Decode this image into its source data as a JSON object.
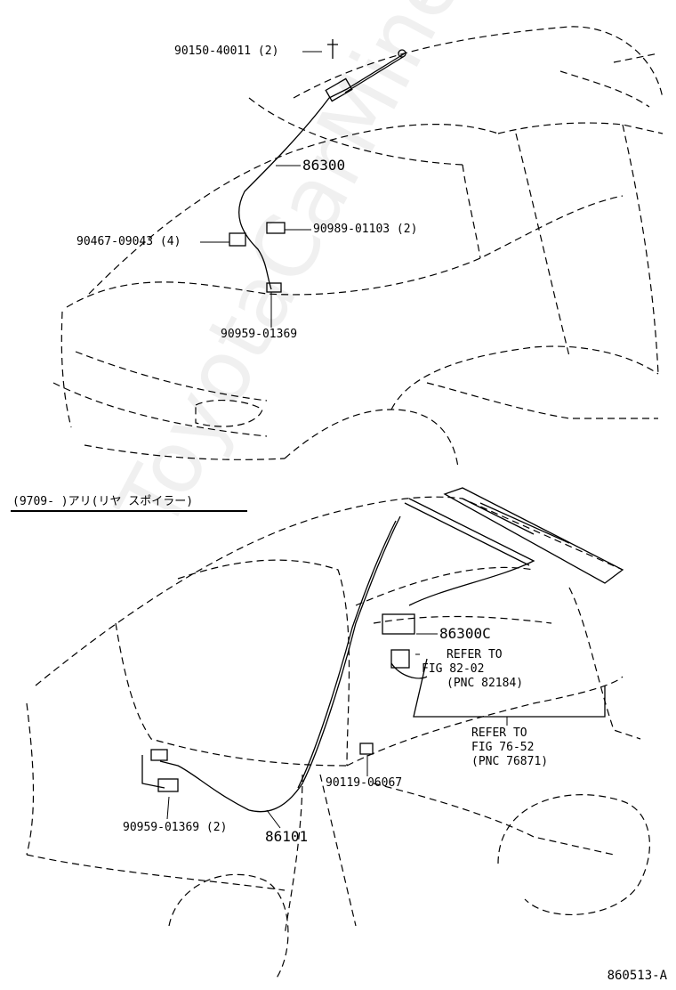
{
  "watermark": "ToyotaCarMine.ru",
  "section_header": "(9709-      )アリ(リヤ スポイラー)",
  "parts_top": [
    {
      "id": "p1",
      "text": "90150-40011 (2)"
    },
    {
      "id": "p2",
      "text": "86300"
    },
    {
      "id": "p3",
      "text": "90989-01103 (2)"
    },
    {
      "id": "p4",
      "text": "90467-09043 (4)"
    },
    {
      "id": "p5",
      "text": "90959-01369"
    }
  ],
  "parts_bottom": [
    {
      "id": "q1",
      "text": "86300C"
    },
    {
      "id": "q2",
      "text": "REFER TO"
    },
    {
      "id": "q3",
      "text": "FIG 82-02"
    },
    {
      "id": "q4",
      "text": "(PNC 82184)"
    },
    {
      "id": "q5",
      "text": "REFER TO"
    },
    {
      "id": "q6",
      "text": "FIG 76-52"
    },
    {
      "id": "q7",
      "text": "(PNC 76871)"
    },
    {
      "id": "q8",
      "text": "90119-06067"
    },
    {
      "id": "q9",
      "text": "90959-01369 (2)"
    },
    {
      "id": "q10",
      "text": "86101"
    }
  ],
  "figure_id": "860513-A"
}
